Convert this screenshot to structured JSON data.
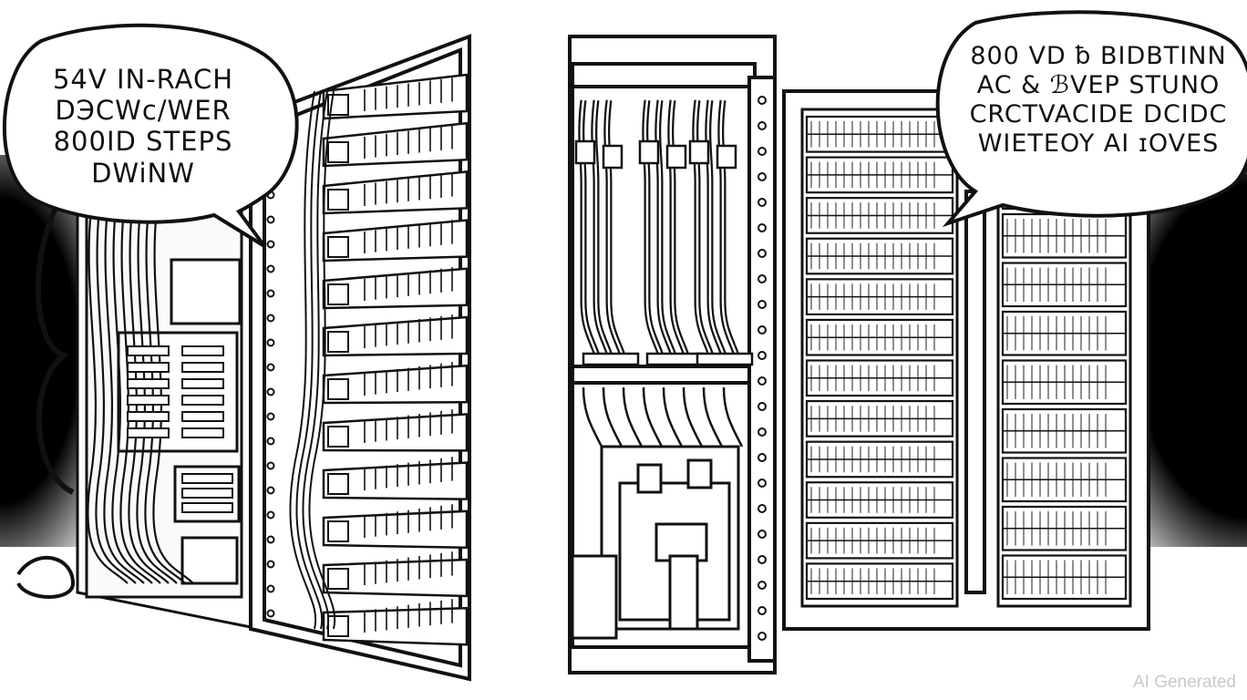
{
  "left_bubble": {
    "lines": [
      "54V IN-RACH",
      "DЭCWc/WER",
      "800ID STEPS",
      "DWiNW"
    ]
  },
  "right_bubble": {
    "lines": [
      "800 VD ƀ BIDBTINN",
      "AC & ℬVEP STUNO",
      "CRCTVACIDE DCIDC",
      "WIETEOY AI ɪOVES"
    ]
  },
  "watermark": "AI Generated",
  "colors": {
    "ink": "#111111",
    "paper": "#ffffff",
    "watermark": "#c8c8c8"
  }
}
